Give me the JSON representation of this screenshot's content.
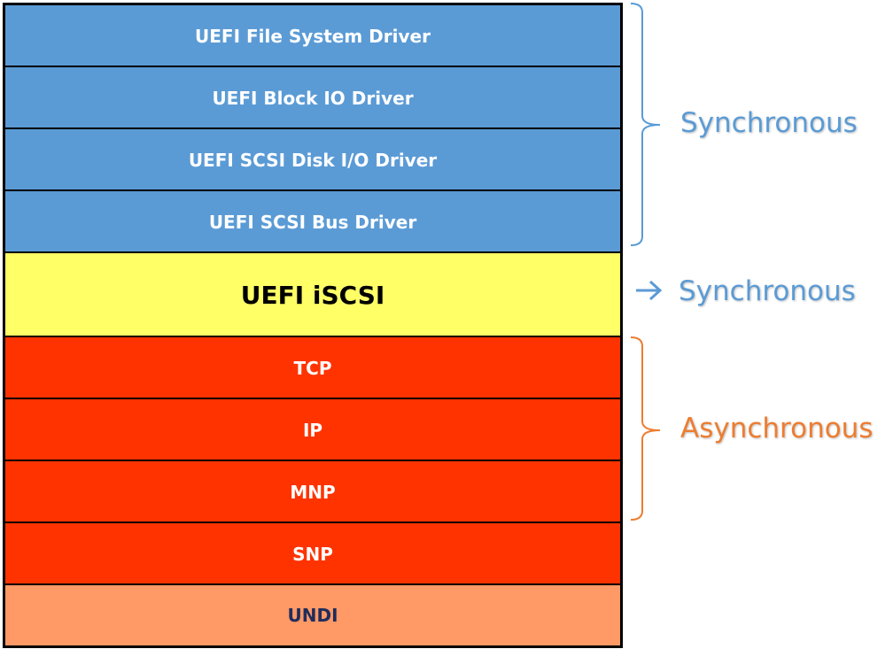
{
  "layers": [
    {
      "label": "UEFI File System Driver",
      "group": "blue"
    },
    {
      "label": "UEFI Block IO Driver",
      "group": "blue"
    },
    {
      "label": "UEFI SCSI Disk I/O Driver",
      "group": "blue"
    },
    {
      "label": "UEFI SCSI Bus Driver",
      "group": "blue"
    },
    {
      "label": "UEFI iSCSI",
      "group": "yellow"
    },
    {
      "label": "TCP",
      "group": "red"
    },
    {
      "label": "IP",
      "group": "red"
    },
    {
      "label": "MNP",
      "group": "red"
    },
    {
      "label": "SNP",
      "group": "red"
    },
    {
      "label": "UNDI",
      "group": "salmon"
    }
  ],
  "annotations": {
    "upper_sync": "Synchronous",
    "iscsi_sync": "Synchronous",
    "lower_async": "Asynchronous"
  },
  "colors": {
    "sync": "#5b9bd5",
    "async": "#ed7d31",
    "blue_layer": "#5b9bd5",
    "yellow_layer": "#ffff66",
    "red_layer": "#ff3300",
    "salmon_layer": "#ff9966"
  }
}
